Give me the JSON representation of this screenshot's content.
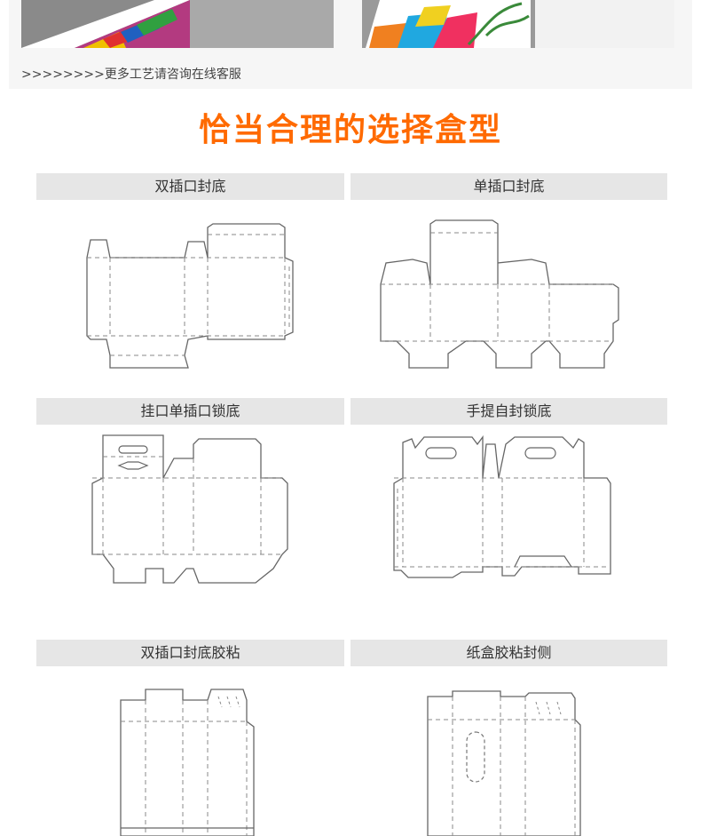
{
  "top": {
    "more_link": ">>>>>>>>更多工艺请咨询在线客服"
  },
  "section": {
    "title": "恰当合理的选择盒型"
  },
  "box_types": [
    {
      "label": "双插口封底"
    },
    {
      "label": "单插口封底"
    },
    {
      "label": "挂口单插口锁底"
    },
    {
      "label": "手提自封锁底"
    },
    {
      "label": "双插口封底胶粘"
    },
    {
      "label": "纸盒胶粘封侧"
    }
  ],
  "colors": {
    "title": "#ff6a00",
    "label_bg": "#e6e6e6",
    "line": "#666666"
  }
}
